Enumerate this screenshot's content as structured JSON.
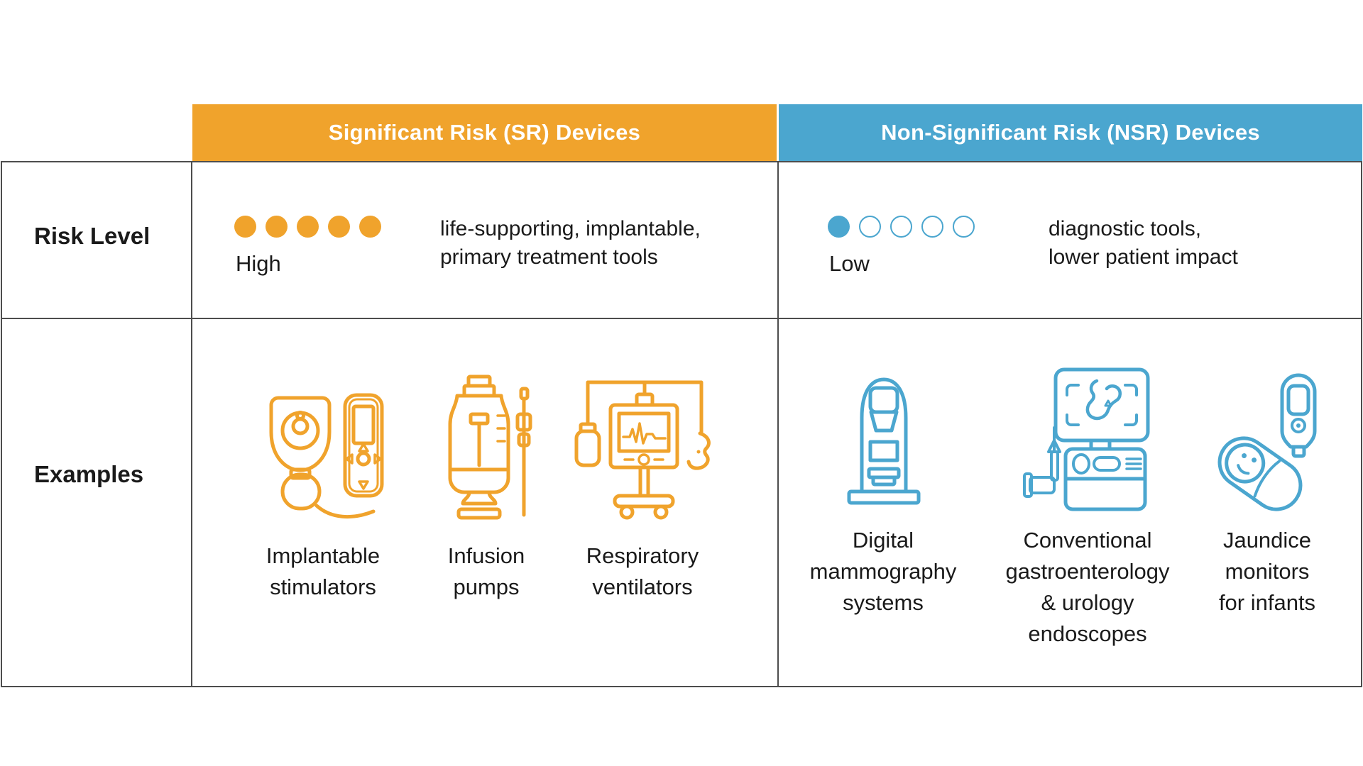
{
  "palette": {
    "sr_color": "#F0A32C",
    "nsr_color": "#4BA6CF",
    "line_color": "#4D4D4D",
    "text_color": "#1A1A1A",
    "header_text_color": "#FFFFFF"
  },
  "headers": {
    "sr": "Significant Risk (SR) Devices",
    "nsr": "Non-Significant Risk (NSR) Devices"
  },
  "risk_level_row": {
    "row_label": "Risk Level",
    "sr": {
      "rating_filled": 5,
      "rating_total": 5,
      "rating_label": "High",
      "description_lines": [
        "life-supporting, implantable,",
        "primary treatment tools"
      ]
    },
    "nsr": {
      "rating_filled": 1,
      "rating_total": 5,
      "rating_label": "Low",
      "description_lines": [
        "diagnostic tools,",
        "lower patient impact"
      ]
    }
  },
  "examples_row": {
    "row_label": "Examples",
    "sr_items": [
      {
        "icon": "implantable-stimulators-icon",
        "label_lines": [
          "Implantable",
          "stimulators"
        ]
      },
      {
        "icon": "infusion-pumps-icon",
        "label_lines": [
          "Infusion",
          "pumps"
        ]
      },
      {
        "icon": "respiratory-ventilators-icon",
        "label_lines": [
          "Respiratory",
          "ventilators"
        ]
      }
    ],
    "nsr_items": [
      {
        "icon": "digital-mammography-icon",
        "label_lines": [
          "Digital",
          "mammography",
          "systems"
        ]
      },
      {
        "icon": "gastro-urology-endoscopes-icon",
        "label_lines": [
          "Conventional",
          "gastroenterology",
          "& urology",
          "endoscopes"
        ]
      },
      {
        "icon": "jaundice-monitor-icon",
        "label_lines": [
          "Jaundice",
          "monitors",
          "for infants"
        ]
      }
    ]
  }
}
